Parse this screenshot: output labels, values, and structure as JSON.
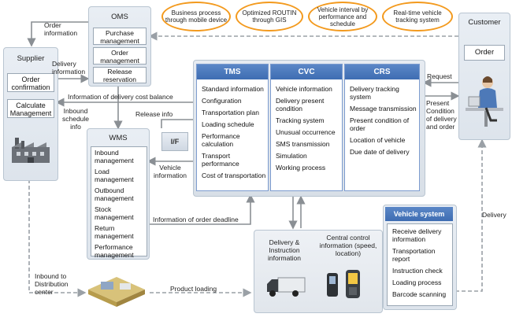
{
  "ovals": [
    {
      "text": "Business process through mobile device"
    },
    {
      "text": "Optimized ROUTIN through GIS"
    },
    {
      "text": "Vehicle interval by performance and schedule"
    },
    {
      "text": "Real-time vehicle tracking system"
    }
  ],
  "oms": {
    "title": "OMS",
    "items": [
      "Purchase management",
      "Order management",
      "Release reservation"
    ]
  },
  "supplier": {
    "title": "Supplier",
    "items": [
      "Order confirmation",
      "Calculate Management"
    ]
  },
  "customer": {
    "title": "Customer",
    "items": [
      "Order"
    ]
  },
  "tms": {
    "title": "TMS",
    "items": [
      "Standard information",
      "Configuration",
      "Transportation plan",
      "Loading schedule",
      "Performance calculation",
      "Transport performance",
      "Cost of transportation"
    ]
  },
  "cvc": {
    "title": "CVC",
    "items": [
      "Vehicle information",
      "Delivery present condition",
      "Tracking system",
      "Unusual occurrence",
      "SMS transmission",
      "Simulation",
      "Working process"
    ]
  },
  "crs": {
    "title": "CRS",
    "items": [
      "Delivery tracking system",
      "Message transmission",
      "Present condition of order",
      "Location of vehicle",
      "Due date of delivery"
    ]
  },
  "wms": {
    "title": "WMS",
    "items": [
      "Inbound management",
      "Load management",
      "Outbound management",
      "Stock management",
      "Return management",
      "Performance management"
    ]
  },
  "vehicle_system": {
    "title": "Vehicle system",
    "items": [
      "Receive delivery information",
      "Transportation report",
      "Instruction check",
      "Loading process",
      "Barcode scanning"
    ]
  },
  "labels": {
    "order_information": "Order information",
    "delivery_information": "Delivery information",
    "delivery_cost_balance": "Information of delivery cost balance",
    "inbound_schedule": "Inbound schedule info",
    "release_info": "Release info",
    "if": "I/F",
    "vehicle_information": "Vehicle information",
    "order_deadline": "Information of order deadline",
    "request": "Request",
    "present_condition": "Present Condition of delivery and order",
    "delivery": "Delivery",
    "delivery_instruction": "Delivery & Instruction information",
    "central_control": "Central control information (speed, location)",
    "inbound_dc": "Inbound to Distribution center",
    "product_loading": "Product loading"
  }
}
